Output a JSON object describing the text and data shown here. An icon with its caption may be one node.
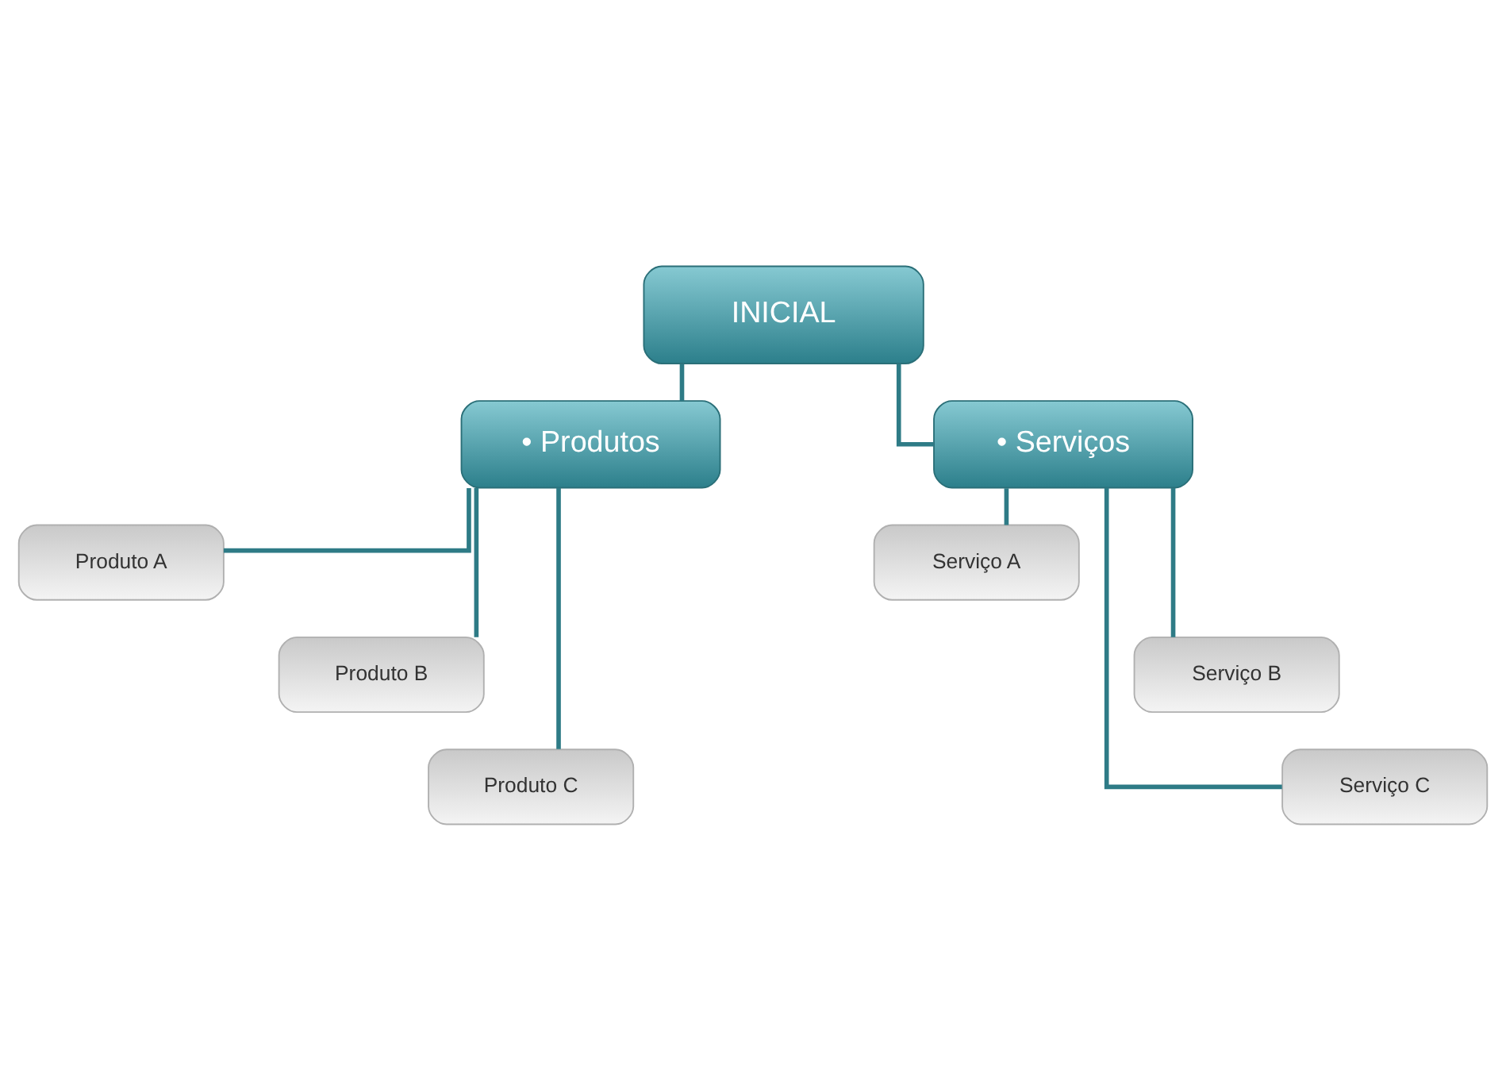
{
  "diagram": {
    "nodes": [
      {
        "text": [
          "INICIAL"
        ]
      },
      {
        "text": [
          "• Produtos"
        ]
      },
      {
        "text": [
          "• Serviços"
        ]
      },
      {
        "text": [
          "Produto A"
        ]
      },
      {
        "text": [
          "Produto B"
        ]
      },
      {
        "text": [
          "Produto C"
        ]
      },
      {
        "text": [
          "Serviço A"
        ]
      },
      {
        "text": [
          "Serviço B"
        ]
      },
      {
        "text": [
          "Serviço C"
        ]
      }
    ],
    "edges": [
      {
        "from": 0,
        "to": 1,
        "arrow": "none"
      },
      {
        "from": 0,
        "to": 2,
        "arrow": "none"
      },
      {
        "from": 1,
        "to": 3,
        "arrow": "none"
      },
      {
        "from": 1,
        "to": 4,
        "arrow": "none"
      },
      {
        "from": 1,
        "to": 5,
        "arrow": "none"
      },
      {
        "from": 2,
        "to": 6,
        "arrow": "none"
      },
      {
        "from": 2,
        "to": 7,
        "arrow": "none"
      },
      {
        "from": 2,
        "to": 8,
        "arrow": "none"
      }
    ]
  }
}
